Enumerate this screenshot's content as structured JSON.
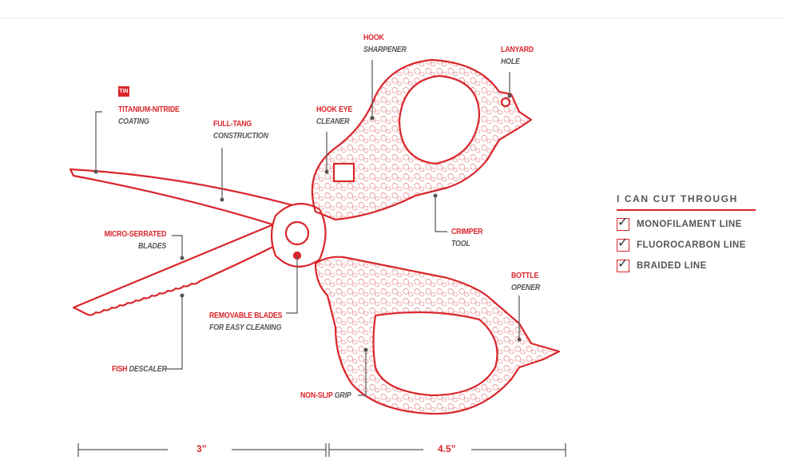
{
  "badge": "TiN",
  "callouts": {
    "titanium": {
      "title": "TITANIUM-NITRIDE",
      "sub": "COATING"
    },
    "fulltang": {
      "title": "FULL-TANG",
      "sub": "CONSTRUCTION"
    },
    "hook": {
      "title": "HOOK",
      "sub": "SHARPENER"
    },
    "hookeye": {
      "title": "HOOK EYE",
      "sub": "CLEANER"
    },
    "lanyard": {
      "title": "LANYARD",
      "sub": "HOLE"
    },
    "crimper": {
      "title": "CRIMPER",
      "sub": "TOOL"
    },
    "serrated": {
      "title": "MICRO-SERRATED",
      "sub": "BLADES"
    },
    "removable": {
      "title": "REMOVABLE BLADES",
      "sub": "FOR EASY CLEANING"
    },
    "bottle": {
      "title": "BOTTLE",
      "sub": "OPENER"
    },
    "fish": {
      "title": "FISH",
      "sub": "DESCALER"
    },
    "nonslip": {
      "title": "NON-SLIP",
      "sub": "GRIP"
    }
  },
  "panel": {
    "title": "I CAN CUT THROUGH",
    "items": [
      "MONOFILAMENT LINE",
      "FLUOROCARBON LINE",
      "BRAIDED LINE"
    ]
  },
  "dimensions": {
    "blade": "3”",
    "handle": "4.5”"
  },
  "colors": {
    "accent": "#d9262b",
    "text": "#555555"
  }
}
